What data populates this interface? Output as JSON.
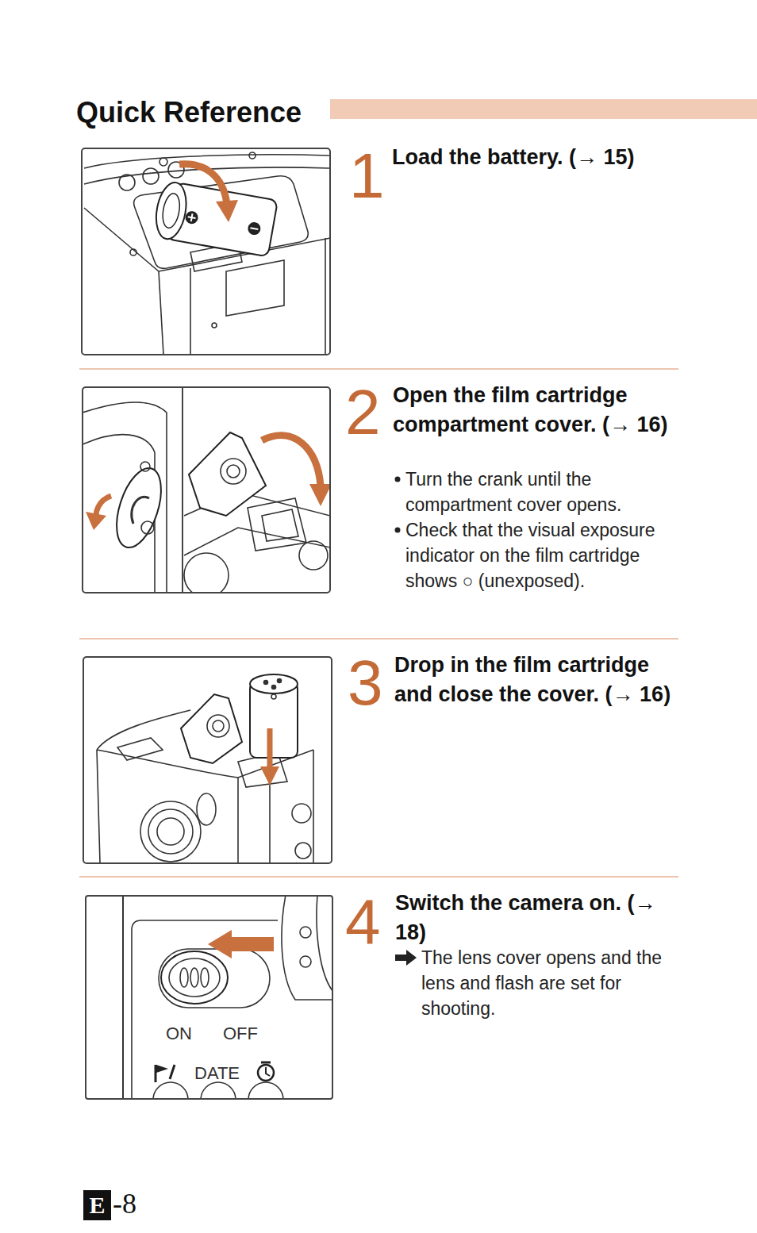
{
  "diagram": {
    "title": "Quick Reference",
    "nodes": [
      {
        "text": [
          "ON",
          "OFF",
          "DATE"
        ]
      },
      {
        "text": [
          "E"
        ]
      }
    ],
    "labels": [
      "1",
      "Load the battery. (→ 15)",
      "2",
      "Open the film cartridge compartment cover. (→ 16)",
      "Turn the crank until the compartment cover opens.",
      "Check that the visual exposure indicator on the film cartridge shows ○ (unexposed).",
      "3",
      "Drop in the film cartridge and close the cover. (→ 16)",
      "4",
      "Switch the camera on. (→ 18)",
      "The lens cover opens and the lens and flash are set for shooting.",
      "-8"
    ]
  }
}
